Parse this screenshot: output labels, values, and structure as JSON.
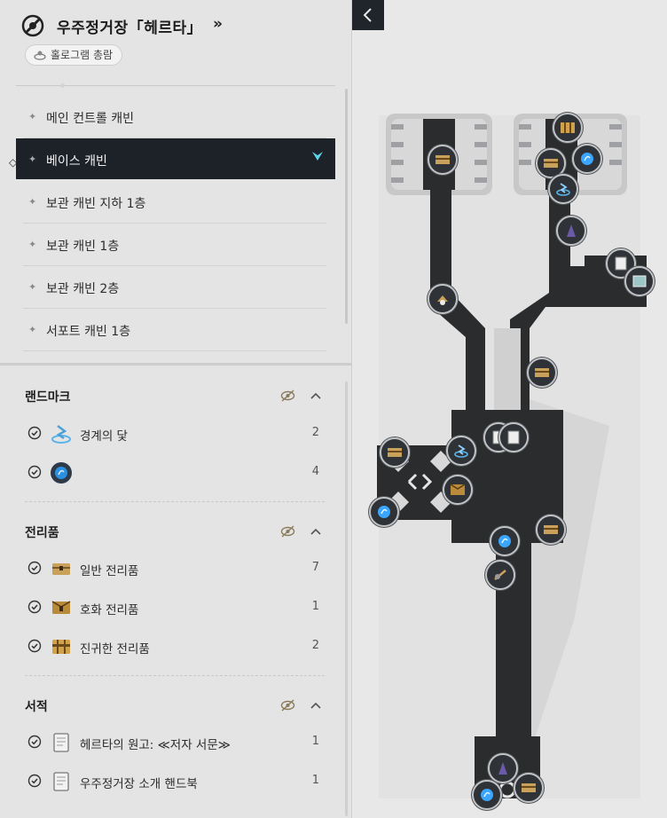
{
  "header": {
    "title": "우주정거장「헤르타」",
    "chevron": "»",
    "hologram_label": "홀로그램 총람"
  },
  "floors": [
    {
      "label": "메인 컨트롤 캐빈",
      "active": false
    },
    {
      "label": "베이스 캐빈",
      "active": true
    },
    {
      "label": "보관 캐빈 지하 1층",
      "active": false
    },
    {
      "label": "보관 캐빈 1층",
      "active": false
    },
    {
      "label": "보관 캐빈 2층",
      "active": false
    },
    {
      "label": "서포트 캐빈 1층",
      "active": false
    }
  ],
  "sections": {
    "landmark": {
      "title": "랜드마크",
      "rows": [
        {
          "icon": "anchor-icon",
          "label": "경계의 닻",
          "count": "2"
        },
        {
          "icon": "warp-orb-icon",
          "label": "",
          "count": "4"
        }
      ]
    },
    "loot": {
      "title": "전리품",
      "rows": [
        {
          "icon": "basic-chest-icon",
          "label": "일반 전리품",
          "count": "7"
        },
        {
          "icon": "bountiful-chest-icon",
          "label": "호화 전리품",
          "count": "1"
        },
        {
          "icon": "precious-chest-icon",
          "label": "진귀한 전리품",
          "count": "2"
        }
      ]
    },
    "books": {
      "title": "서적",
      "rows": [
        {
          "icon": "book-icon",
          "label": "헤르타의 원고: ≪저자 서문≫",
          "count": "1"
        },
        {
          "icon": "book-icon",
          "label": "우주정거장 소개 핸드북",
          "count": "1"
        }
      ]
    }
  },
  "colors": {
    "active_bg": "#1d2128",
    "accent_check": "#5fd3e8",
    "map_floor": "#2b2c2e",
    "chest_gold": "#c9a15a",
    "orb_blue": "#3aa6ff"
  }
}
